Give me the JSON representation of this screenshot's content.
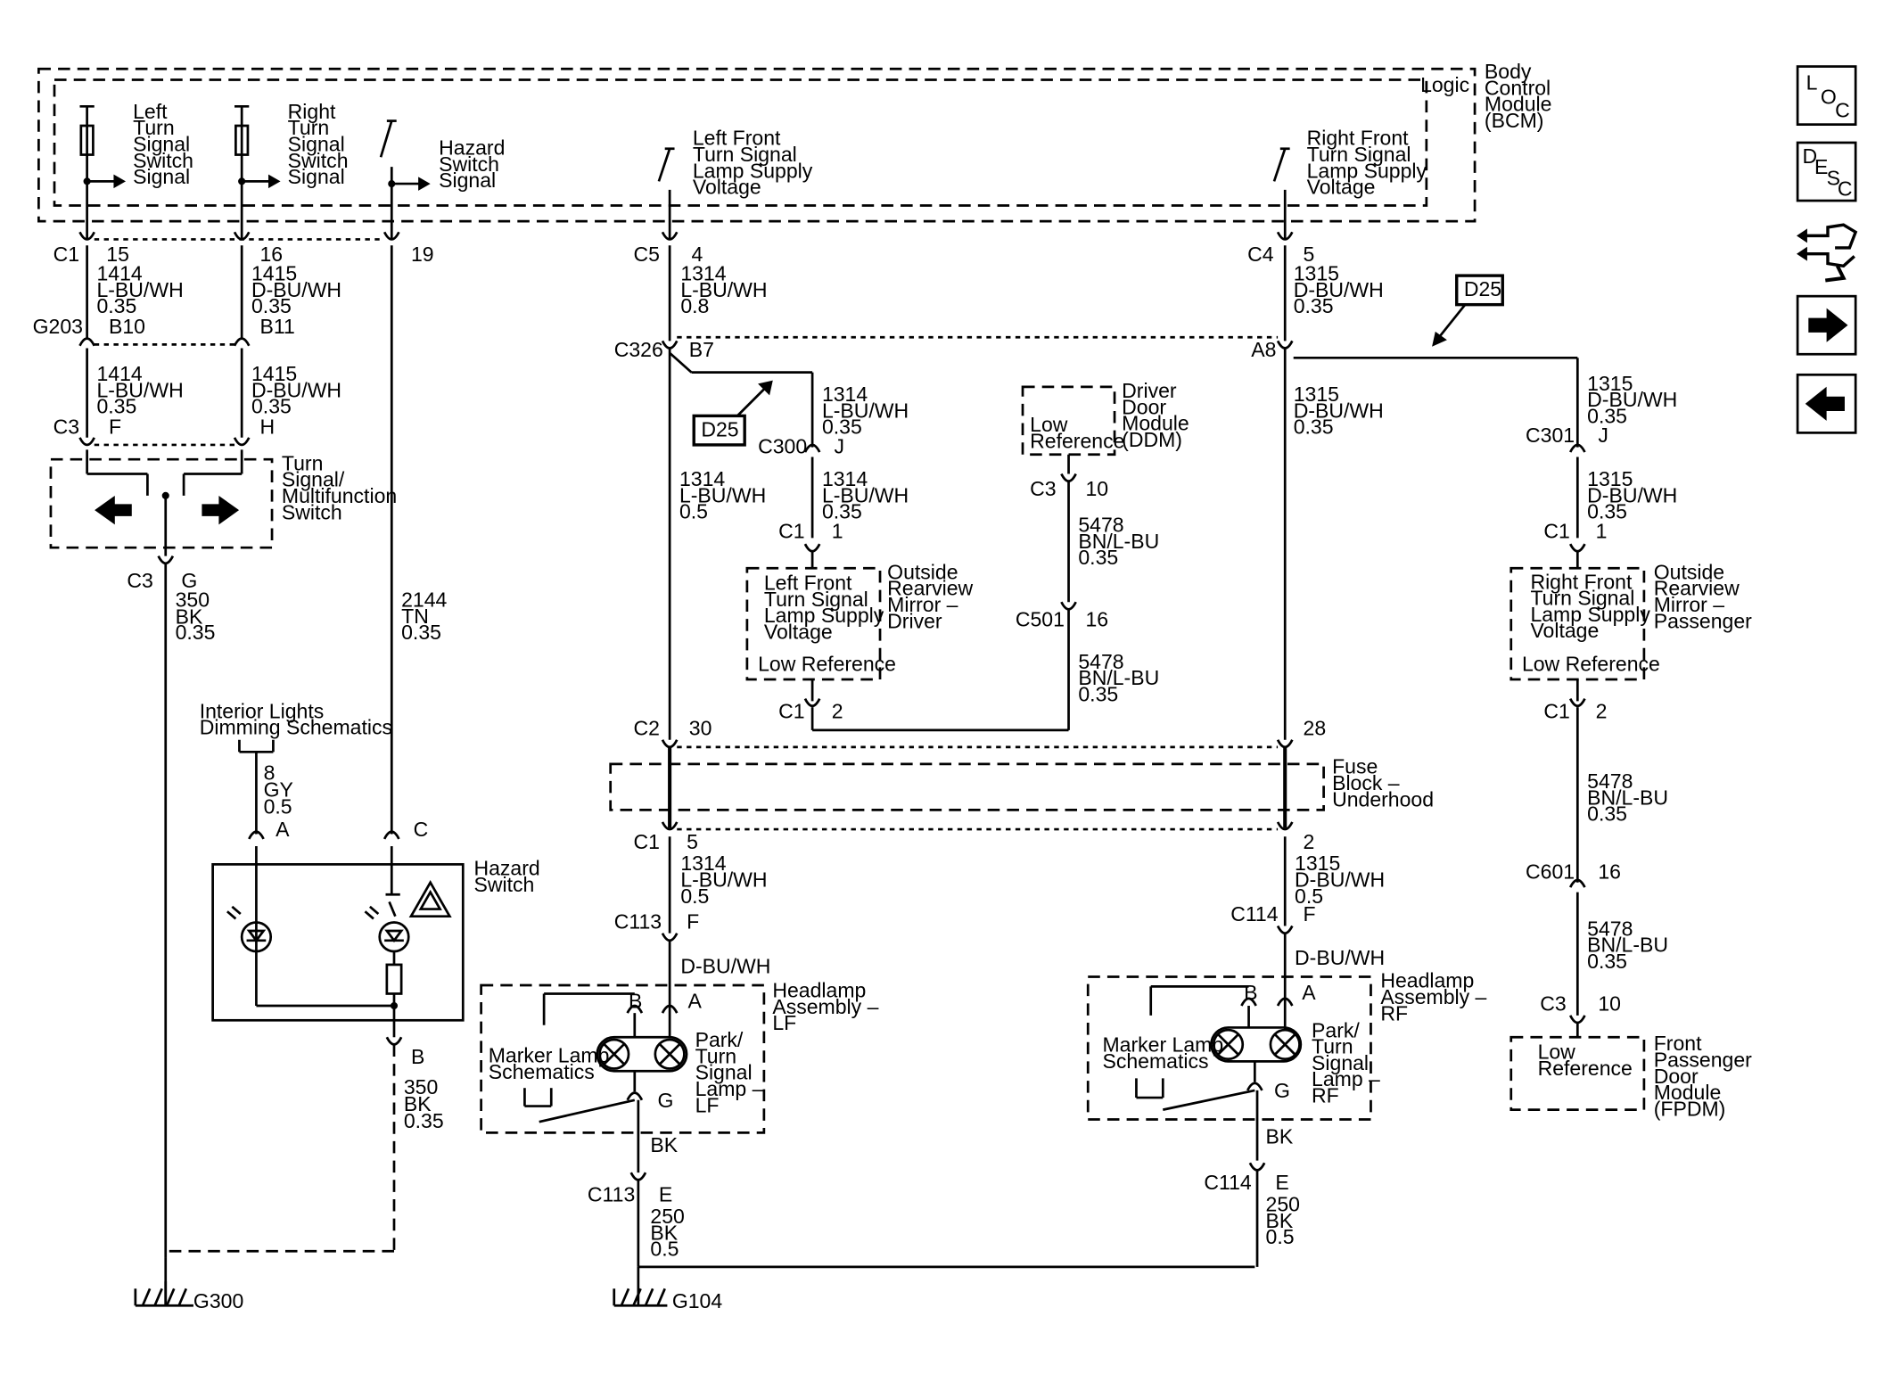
{
  "bcm": {
    "logic": "Logic",
    "name": [
      "Body",
      "Control",
      "Module",
      "(BCM)"
    ],
    "sig_left": [
      "Left",
      "Turn",
      "Signal",
      "Switch",
      "Signal"
    ],
    "sig_right": [
      "Right",
      "Turn",
      "Signal",
      "Switch",
      "Signal"
    ],
    "sig_hazard": [
      "Hazard",
      "Switch",
      "Signal"
    ],
    "lf_supply": [
      "Left Front",
      "Turn Signal",
      "Lamp Supply",
      "Voltage"
    ],
    "rf_supply": [
      "Right Front",
      "Turn Signal",
      "Lamp Supply",
      "Voltage"
    ]
  },
  "wires": {
    "c1_15": {
      "conn": "C1",
      "pin": "15",
      "circuit": "1414",
      "color": "L-BU/WH",
      "gauge": "0.35"
    },
    "c1_16": {
      "conn": "",
      "pin": "16",
      "circuit": "1415",
      "color": "D-BU/WH",
      "gauge": "0.35"
    },
    "c1_19": {
      "pin": "19"
    },
    "g203": {
      "conn": "G203",
      "pin_l": "B10",
      "pin_r": "B11"
    },
    "c3_lower_l": {
      "circuit": "1414",
      "color": "L-BU/WH",
      "gauge": "0.35"
    },
    "c3_lower_r": {
      "circuit": "1415",
      "color": "D-BU/WH",
      "gauge": "0.35"
    },
    "c3_f": {
      "conn": "C3",
      "pin_l": "F",
      "pin_r": "H"
    },
    "c3_g": {
      "conn": "C3",
      "pin": "G",
      "circuit": "350",
      "color": "BK",
      "gauge": "0.35"
    },
    "tn": {
      "circuit": "2144",
      "color": "TN",
      "gauge": "0.35"
    },
    "c5_4": {
      "conn": "C5",
      "pin": "4",
      "circuit": "1314",
      "color": "L-BU/WH",
      "gauge": "0.8"
    },
    "c4_5": {
      "conn": "C4",
      "pin": "5",
      "circuit": "1315",
      "color": "D-BU/WH",
      "gauge": "0.35"
    },
    "c326": {
      "conn": "C326",
      "pin_l": "B7",
      "pin_r": "A8"
    },
    "mirror_feed_l1": {
      "circuit": "1314",
      "color": "L-BU/WH",
      "gauge": "0.35"
    },
    "c300": {
      "conn": "C300",
      "pin": "J"
    },
    "mirror_feed_l2": {
      "circuit": "1314",
      "color": "L-BU/WH",
      "gauge": "0.35"
    },
    "c1_1_l": {
      "conn": "C1",
      "pin": "1"
    },
    "lf_trunk": {
      "circuit": "1314",
      "color": "L-BU/WH",
      "gauge": "0.5"
    },
    "rf_trunk": {
      "circuit": "1315",
      "color": "D-BU/WH",
      "gauge": "0.35"
    },
    "ddm_c3": {
      "conn": "C3",
      "pin": "10",
      "circuit": "5478",
      "color": "BN/L-BU",
      "gauge": "0.35"
    },
    "c501": {
      "conn": "C501",
      "pin": "16",
      "circuit": "5478",
      "color": "BN/L-BU",
      "gauge": "0.35"
    },
    "c1_2_l": {
      "conn": "C1",
      "pin": "2"
    },
    "c2": {
      "conn": "C2",
      "pin_l": "30",
      "pin_r": "28"
    },
    "fuse_c1": {
      "conn": "C1",
      "pin_l": "5",
      "pin_r": "2"
    },
    "lf_lower": {
      "circuit": "1314",
      "color": "L-BU/WH",
      "gauge": "0.5"
    },
    "rf_lower": {
      "circuit": "1315",
      "color": "D-BU/WH",
      "gauge": "0.5"
    },
    "c113": {
      "conn": "C113",
      "pin": "F"
    },
    "c114": {
      "conn": "C114",
      "pin": "F"
    },
    "dbu_l": {
      "color": "D-BU/WH"
    },
    "dbu_r": {
      "color": "D-BU/WH"
    },
    "rf_mirror_a": {
      "circuit": "1315",
      "color": "D-BU/WH",
      "gauge": "0.35"
    },
    "c301": {
      "conn": "C301",
      "pin": "J"
    },
    "rf_mirror_b": {
      "circuit": "1315",
      "color": "D-BU/WH",
      "gauge": "0.35"
    },
    "c1_1_r": {
      "conn": "C1",
      "pin": "1"
    },
    "c1_2_r": {
      "conn": "C1",
      "pin": "2"
    },
    "fpdm_a": {
      "circuit": "5478",
      "color": "BN/L-BU",
      "gauge": "0.35"
    },
    "c601": {
      "conn": "C601",
      "pin": "16"
    },
    "fpdm_b": {
      "circuit": "5478",
      "color": "BN/L-BU",
      "gauge": "0.35"
    },
    "fpdm_c3": {
      "conn": "C3",
      "pin": "10"
    },
    "dim": {
      "circuit": "8",
      "color": "GY",
      "gauge": "0.5",
      "pin": "A"
    },
    "hz_c": {
      "pin": "C"
    },
    "hz_b": {
      "pin": "B",
      "circuit": "350",
      "color": "BK",
      "gauge": "0.35"
    },
    "gnd_l": {
      "pin": "G",
      "color": "BK"
    },
    "gnd_r": {
      "pin": "G",
      "color": "BK"
    },
    "c113_e": {
      "conn": "C113",
      "pin": "E",
      "circuit": "250",
      "color": "BK",
      "gauge": "0.5"
    },
    "c114_e": {
      "conn": "C114",
      "pin": "E",
      "circuit": "250",
      "color": "BK",
      "gauge": "0.5"
    }
  },
  "components": {
    "turn_switch": [
      "Turn",
      "Signal/",
      "Multifunction",
      "Switch"
    ],
    "hazard_switch": [
      "Hazard",
      "Switch"
    ],
    "dimming": [
      "Interior Lights",
      "Dimming Schematics"
    ],
    "ddm": {
      "name": [
        "Driver",
        "Door",
        "Module",
        "(DDM)"
      ],
      "inner": [
        "Low",
        "Reference"
      ]
    },
    "mirror_l": {
      "name": [
        "Outside",
        "Rearview",
        "Mirror –",
        "Driver"
      ],
      "inner": [
        "Left Front",
        "Turn Signal",
        "Lamp Supply",
        "Voltage"
      ],
      "low_ref": "Low Reference"
    },
    "mirror_r": {
      "name": [
        "Outside",
        "Rearview",
        "Mirror –",
        "Passenger"
      ],
      "inner": [
        "Right Front",
        "Turn Signal",
        "Lamp Supply",
        "Voltage"
      ],
      "low_ref": "Low Reference"
    },
    "fuse_block": [
      "Fuse",
      "Block –",
      "Underhood"
    ],
    "headlamp_lf": {
      "name": [
        "Headlamp",
        "Assembly –",
        "LF"
      ],
      "marker": [
        "Marker Lamp",
        "Schematics"
      ],
      "lamp": [
        "Park/",
        "Turn",
        "Signal",
        "Lamp –",
        "LF"
      ],
      "pin_b": "B",
      "pin_a": "A"
    },
    "headlamp_rf": {
      "name": [
        "Headlamp",
        "Assembly –",
        "RF"
      ],
      "marker": [
        "Marker Lamp",
        "Schematics"
      ],
      "lamp": [
        "Park/",
        "Turn",
        "Signal",
        "Lamp –",
        "RF"
      ],
      "pin_b": "B",
      "pin_a": "A"
    },
    "fpdm": {
      "name": [
        "Front",
        "Passenger",
        "Door",
        "Module",
        "(FPDM)"
      ],
      "inner": [
        "Low",
        "Reference"
      ]
    },
    "g300": "G300",
    "g104": "G104",
    "d25_a": "D25",
    "d25_b": "D25"
  },
  "nav": {
    "loc": [
      "L",
      "O",
      "C"
    ],
    "desc": [
      "D",
      "E",
      "S",
      "C"
    ]
  }
}
